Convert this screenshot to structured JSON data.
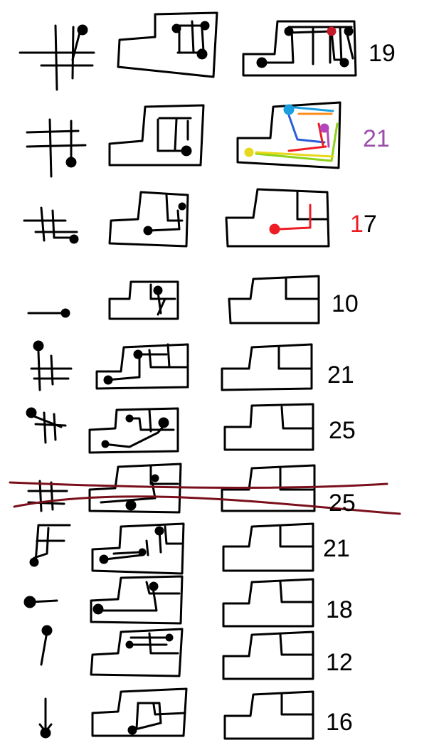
{
  "rows": [
    {
      "score": "19"
    },
    {
      "score": "21"
    },
    {
      "score_first": "1",
      "score_second": "7"
    },
    {
      "score": "10"
    },
    {
      "score": "21"
    },
    {
      "score": "25"
    },
    {
      "score": "25",
      "crossed_out": true
    },
    {
      "score": "21"
    },
    {
      "score": "18"
    },
    {
      "score": "12"
    },
    {
      "score": "16"
    }
  ],
  "colors": {
    "ink": "#000000",
    "purple_score": "#9b4fa8",
    "red_ink": "#ee1c24",
    "strike": "#7a0f1c",
    "path_red": "#ee1c24",
    "path_blue": "#2b5dd6",
    "path_orange": "#ff8c1a",
    "path_yellow": "#e8d81a",
    "path_green": "#8cd21a",
    "path_purple": "#b545b8",
    "path_cyan": "#1a9fe0"
  }
}
